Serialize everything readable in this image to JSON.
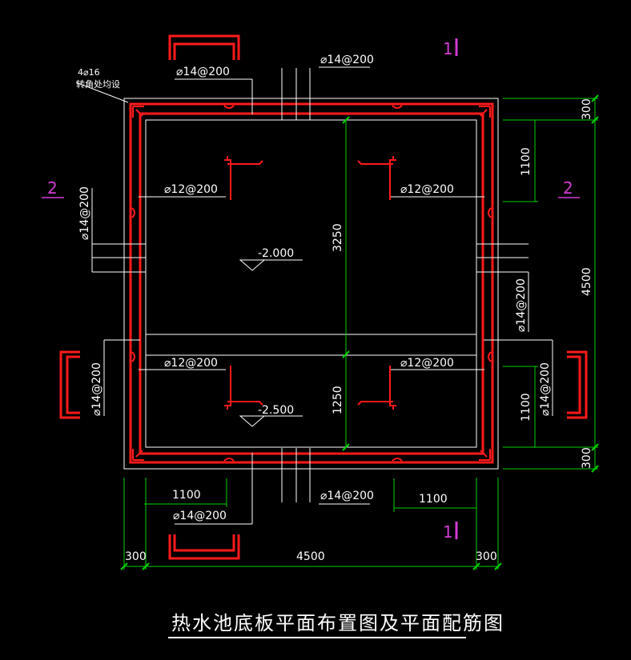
{
  "title": "热水池底板平面布置图及平面配筋图",
  "corner_note": {
    "line1": "4⌀16",
    "line2": "转角处均设"
  },
  "section_marks": {
    "s1_top": "1",
    "s1_bottom": "1",
    "s2_left": "2",
    "s2_right": "2"
  },
  "rebar_labels": {
    "top_center": "⌀14@200",
    "top_left": "⌀14@200",
    "bottom_center": "⌀14@200",
    "bottom_left": "⌀14@200",
    "left_upper": "⌀14@200",
    "left_lower": "⌀14@200",
    "right_upper": "⌀14@200",
    "right_lower": "⌀14@200",
    "slab_tl": "⌀12@200",
    "slab_tr": "⌀12@200",
    "slab_bl": "⌀12@200",
    "slab_br": "⌀12@200"
  },
  "elevations": {
    "upper": "-2.000",
    "lower": "-2.500"
  },
  "dimensions": {
    "bottom_total": "4500",
    "bottom_left_edge": "300",
    "bottom_right_edge": "300",
    "bottom_left_1100": "1100",
    "bottom_right_1100": "1100",
    "right_total": "4500",
    "right_top_edge": "300",
    "right_bottom_edge": "300",
    "right_top_1100": "1100",
    "right_bottom_1100": "1100",
    "center_3250": "3250",
    "center_1250": "1250"
  },
  "colors": {
    "rebar": "#ff1a1a",
    "dim": "#00d200",
    "outline": "#ffffff",
    "mark": "#d23cd2"
  }
}
